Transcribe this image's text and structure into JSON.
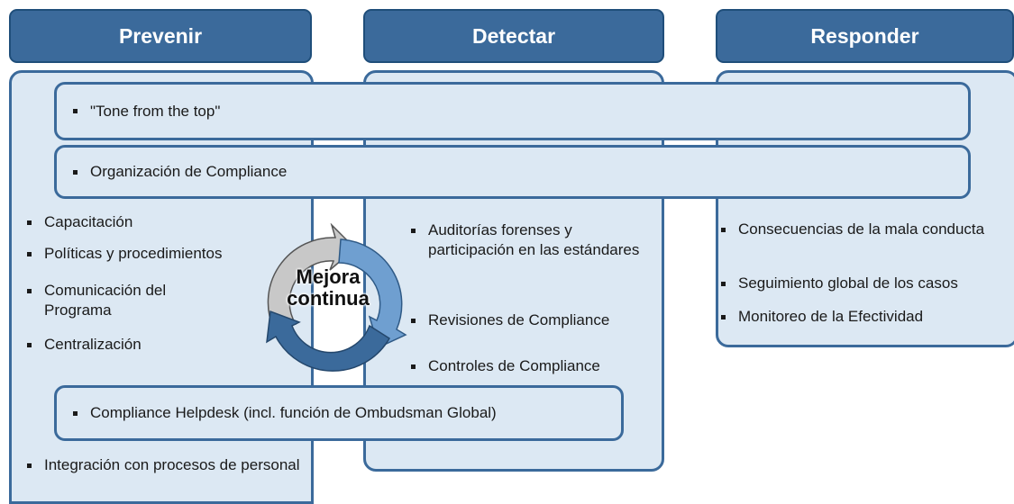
{
  "headers": {
    "prevenir": "Prevenir",
    "detectar": "Detectar",
    "responder": "Responder"
  },
  "bands": {
    "tone": "\"Tone from the top\"",
    "organizacion": "Organización de Compliance",
    "helpdesk": "Compliance Helpdesk (incl. función de Ombudsman Global)"
  },
  "prevenir": {
    "items": [
      "Capacitación",
      "Políticas y procedimientos",
      "Comunicación del Programa",
      "Centralización",
      "Integración con procesos de personal"
    ]
  },
  "detectar": {
    "items": [
      "Auditorías forenses y participación en las estándares",
      "Revisiones de Compliance",
      "Controles de Compliance"
    ]
  },
  "responder": {
    "items": [
      "Consecuencias de la mala conducta",
      "Seguimiento global de los casos",
      "Monitoreo de la Efectividad"
    ]
  },
  "cycle": {
    "line1": "Mejora",
    "line2": "continua",
    "colors": {
      "top_arrow": "#c8c8c8",
      "right_arrow": "#6f9fd0",
      "bottom_arrow": "#3b6a9b"
    }
  },
  "colors": {
    "header_fill": "#3b6a9b",
    "border": "#3b6a9b",
    "panel_fill": "#dce8f3"
  }
}
